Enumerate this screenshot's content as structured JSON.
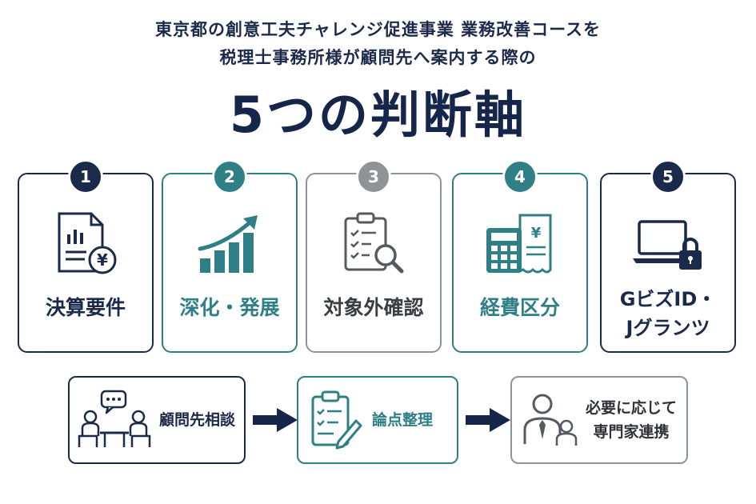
{
  "header": {
    "subtitle_line1": "東京都の創意工夫チャレンジ促進事業 業務改善コースを",
    "subtitle_line2": "税理士事務所様が顧問先へ案内する際の",
    "title": "5つの判断軸"
  },
  "criteria": [
    {
      "number": "1",
      "label": "決算要件",
      "icon": "financial-document-yen-icon",
      "color": "#1b2a4a"
    },
    {
      "number": "2",
      "label": "深化・発展",
      "icon": "growth-chart-icon",
      "color": "#2e7f86"
    },
    {
      "number": "3",
      "label": "対象外確認",
      "icon": "checklist-magnifier-icon",
      "color": "#8e9397"
    },
    {
      "number": "4",
      "label": "経費区分",
      "icon": "calculator-receipt-icon",
      "color": "#2e7f86"
    },
    {
      "number": "5",
      "label_line1": "GビズID・",
      "label_line2": "Jグランツ",
      "icon": "laptop-lock-icon",
      "color": "#1b2a4a"
    }
  ],
  "flow": [
    {
      "label": "顧問先相談",
      "icon": "consultation-meeting-icon"
    },
    {
      "label": "論点整理",
      "icon": "clipboard-pencil-icon"
    },
    {
      "label_line1": "必要に応じて",
      "label_line2": "専門家連携",
      "icon": "expert-people-icon"
    }
  ],
  "colors": {
    "navy": "#1b2a4a",
    "teal": "#2e7f86",
    "gray": "#8e9397"
  }
}
